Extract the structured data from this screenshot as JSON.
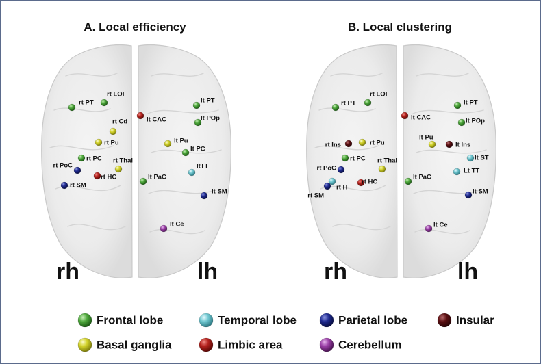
{
  "colors": {
    "frontal": "#4fa83d",
    "temporal": "#6fc6cf",
    "parietal": "#1f2a8f",
    "insular": "#5a0f12",
    "basal": "#d2d22a",
    "limbic": "#b3211c",
    "cerebellum": "#9a3fa6"
  },
  "panels": [
    {
      "title": "A. Local efficiency",
      "rh": "rh",
      "lh": "lh",
      "nodes": [
        {
          "label": "rt PT",
          "region": "frontal"
        },
        {
          "label": "rt LOF",
          "region": "frontal"
        },
        {
          "label": "rt Cd",
          "region": "basal"
        },
        {
          "label": "rt Pu",
          "region": "basal"
        },
        {
          "label": "rt PC",
          "region": "frontal"
        },
        {
          "label": "rt Thal",
          "region": "basal"
        },
        {
          "label": "rt PoC",
          "region": "parietal"
        },
        {
          "label": "rt HC",
          "region": "limbic"
        },
        {
          "label": "rt SM",
          "region": "parietal"
        },
        {
          "label": "lt CAC",
          "region": "limbic"
        },
        {
          "label": "lt PT",
          "region": "frontal"
        },
        {
          "label": "lt POp",
          "region": "frontal"
        },
        {
          "label": "lt Pu",
          "region": "basal"
        },
        {
          "label": "lt PC",
          "region": "frontal"
        },
        {
          "label": "ltTT",
          "region": "temporal"
        },
        {
          "label": "lt PaC",
          "region": "frontal"
        },
        {
          "label": "lt SM",
          "region": "parietal"
        },
        {
          "label": "lt Ce",
          "region": "cerebellum"
        }
      ]
    },
    {
      "title": "B. Local clustering",
      "rh": "rh",
      "lh": "lh",
      "nodes": [
        {
          "label": "rt PT",
          "region": "frontal"
        },
        {
          "label": "rt LOF",
          "region": "frontal"
        },
        {
          "label": "rt Ins",
          "region": "insular"
        },
        {
          "label": "rt Pu",
          "region": "basal"
        },
        {
          "label": "rt PC",
          "region": "frontal"
        },
        {
          "label": "rt Thal",
          "region": "basal"
        },
        {
          "label": "rt PoC",
          "region": "parietal"
        },
        {
          "label": "rt IT",
          "region": "temporal"
        },
        {
          "label": "rt SM",
          "region": "parietal"
        },
        {
          "label": "rt HC",
          "region": "limbic"
        },
        {
          "label": "lt CAC",
          "region": "limbic"
        },
        {
          "label": "lt PT",
          "region": "frontal"
        },
        {
          "label": "lt POp",
          "region": "frontal"
        },
        {
          "label": "lt Pu",
          "region": "basal"
        },
        {
          "label": "lt Ins",
          "region": "insular"
        },
        {
          "label": "lt ST",
          "region": "temporal"
        },
        {
          "label": "Lt TT",
          "region": "temporal"
        },
        {
          "label": "lt PaC",
          "region": "frontal"
        },
        {
          "label": "lt SM",
          "region": "parietal"
        },
        {
          "label": "lt Ce",
          "region": "cerebellum"
        }
      ]
    }
  ],
  "legend": [
    {
      "label": "Frontal lobe",
      "region": "frontal"
    },
    {
      "label": "Temporal lobe",
      "region": "temporal"
    },
    {
      "label": "Parietal lobe",
      "region": "parietal"
    },
    {
      "label": "Insular",
      "region": "insular"
    },
    {
      "label": "Basal ganglia",
      "region": "basal"
    },
    {
      "label": "Limbic area",
      "region": "limbic"
    },
    {
      "label": "Cerebellum",
      "region": "cerebellum"
    }
  ]
}
